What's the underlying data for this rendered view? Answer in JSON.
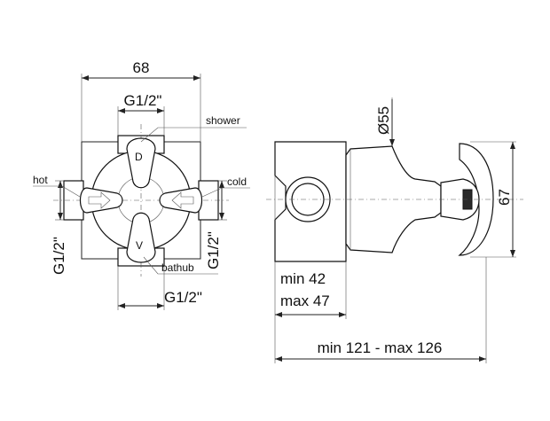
{
  "front_view": {
    "width_dim": "68",
    "top_thread": "G1/2\"",
    "left_thread": "G1/2\"",
    "right_thread": "G1/2\"",
    "bottom_thread": "G1/2\"",
    "label_shower": "shower",
    "label_hot": "hot",
    "label_cold": "cold",
    "label_bathub": "bathub",
    "letter_top": "D",
    "letter_bottom": "V"
  },
  "side_view": {
    "diameter_dim": "Ø55",
    "height_dim": "67",
    "depth_min": "min 42",
    "depth_max": "max 47",
    "total_length": "min 121 - max 126"
  }
}
